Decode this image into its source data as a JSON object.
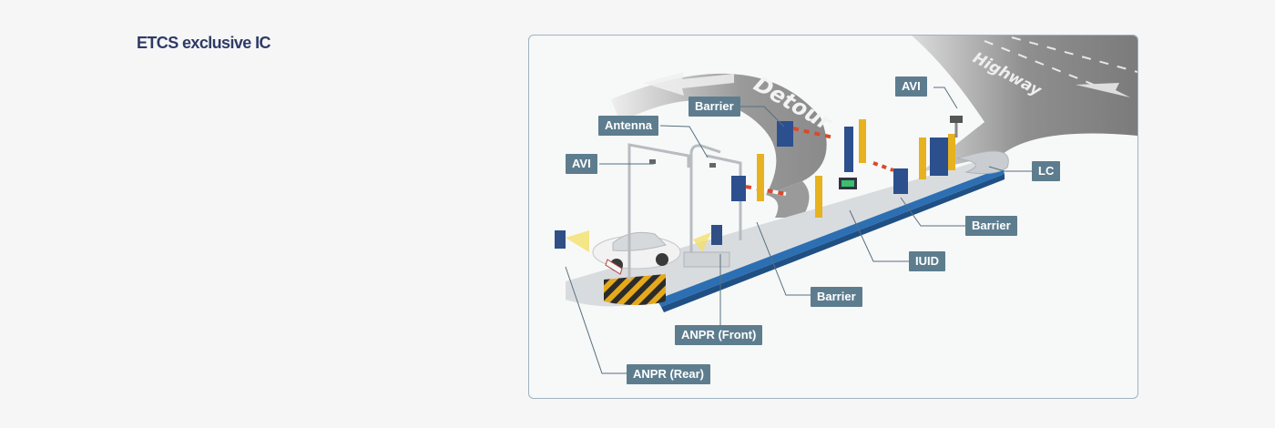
{
  "header": {
    "title": "ETCS exclusive IC"
  },
  "diagram": {
    "road_labels": {
      "detour": "Detour",
      "highway": "Highway"
    },
    "callouts": {
      "avi_left": "AVI",
      "antenna": "Antenna",
      "barrier_top": "Barrier",
      "avi_right": "AVI",
      "lc": "LC",
      "barrier_right": "Barrier",
      "iuid": "IUID",
      "barrier_center": "Barrier",
      "anpr_front": "ANPR (Front)",
      "anpr_rear": "ANPR (Rear)"
    },
    "colors": {
      "label_bg": "#5d7d8f",
      "title": "#2d3b66",
      "frame_border": "#9fb3bf",
      "lane_blue": "#2d6fb3",
      "bollard_yellow": "#e7b21f"
    }
  }
}
